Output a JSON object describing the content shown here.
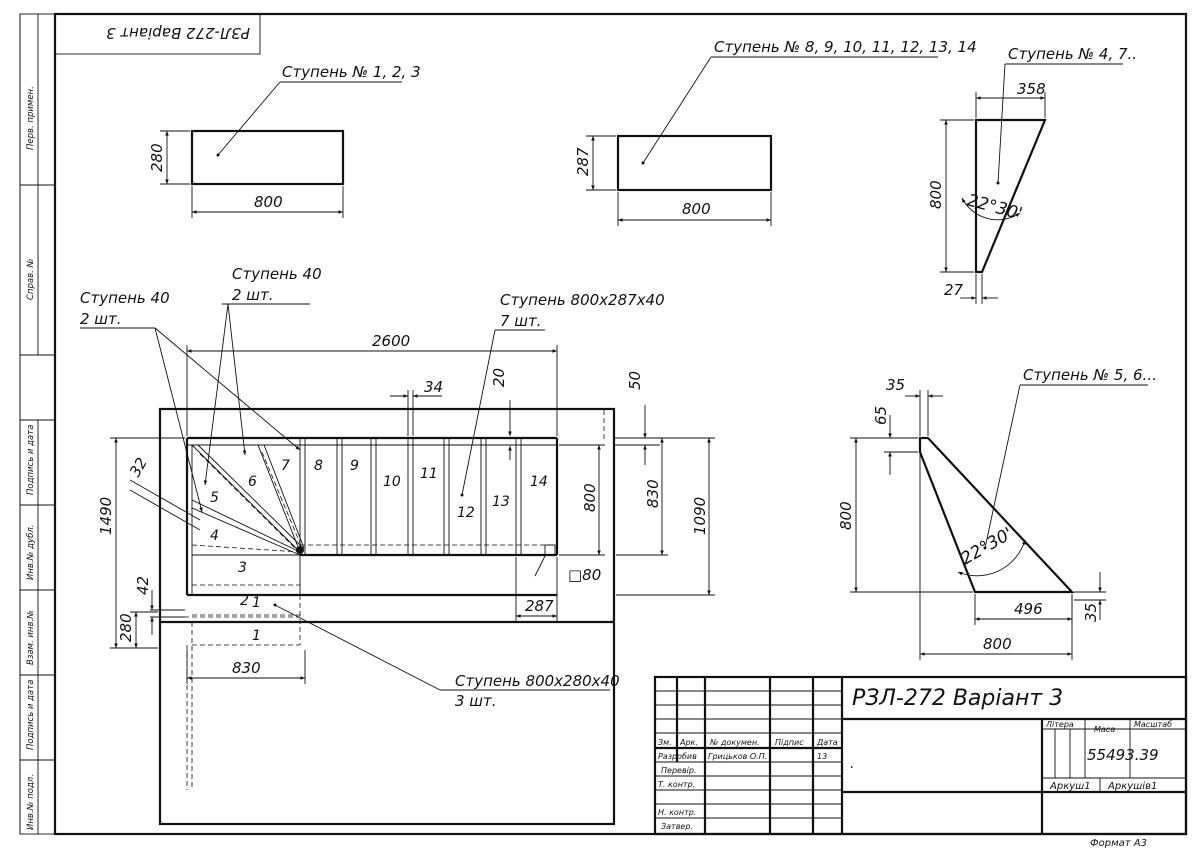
{
  "stamp_top": "РЗЛ-272 Варіант 3",
  "side_labels": [
    "Перв. примен.",
    "Справ. №",
    "Подпись и дата",
    "Инв.№ дубл.",
    "Взам. инв.№",
    "Подпись и дата",
    "Инв.№ подл."
  ],
  "labels": {
    "steps_123": "Ступень № 1, 2, 3",
    "steps_8_14": "Ступень № 8, 9, 10, 11, 12, 13, 14",
    "steps_47": "Ступень № 4, 7..",
    "steps_56": "Ступень № 5, 6...",
    "step40_a_1": "Ступень 40",
    "step40_a_2": "2 шт.",
    "step40_b_1": "Ступень 40",
    "step40_b_2": "2 шт.",
    "step_800x287_1": "Ступень 800х287х40",
    "step_800x287_2": "7 шт.",
    "step_800x280_1": "Ступень 800х280х40",
    "step_800x280_2": "3 шт."
  },
  "dims": {
    "r1_h": "280",
    "r1_w": "800",
    "r2_h": "287",
    "r2_w": "800",
    "t47_top": "358",
    "t47_h": "800",
    "t47_angle": "22°30'",
    "t47_bot": "27",
    "t56_top": "35",
    "t56_notch": "65",
    "t56_h": "800",
    "t56_angle": "22°30'",
    "t56_bot": "496",
    "t56_total": "800",
    "t56_right": "35",
    "plan_total": "2600",
    "plan_34": "34",
    "plan_20": "20",
    "plan_50": "50",
    "plan_800": "800",
    "plan_830": "830",
    "plan_1090": "1090",
    "plan_1490": "1490",
    "plan_32": "32",
    "plan_42": "42",
    "plan_280": "280",
    "plan_287": "287",
    "plan_830b": "830",
    "plan_sq": "□80"
  },
  "step_numbers": [
    "1",
    "2",
    "3",
    "4",
    "5",
    "6",
    "7",
    "8",
    "9",
    "10",
    "11",
    "12",
    "13",
    "14"
  ],
  "title_block": {
    "title": "РЗЛ-272 Варіант 3",
    "col_izm": "Зм.",
    "col_ark": "Арк.",
    "col_doc": "№ докумен.",
    "col_sign": "Підпис",
    "col_date": "Дата",
    "row_razrab": "Разробив",
    "row_razrab_name": "Грицьков О.П.",
    "row_razrab_date": "13",
    "row_proveril": "Перевір.",
    "row_tkontr": "Т. контр.",
    "row_nkontr": "Н. контр.",
    "row_utv": "Затвер.",
    "litera": "Літера",
    "massa": "Маса",
    "masshtab": "Масштаб",
    "mass_value": "55493.39",
    "sheet": "Аркуш1",
    "sheets": "Аркушів1",
    "dot": "."
  },
  "format": "Формат А3"
}
